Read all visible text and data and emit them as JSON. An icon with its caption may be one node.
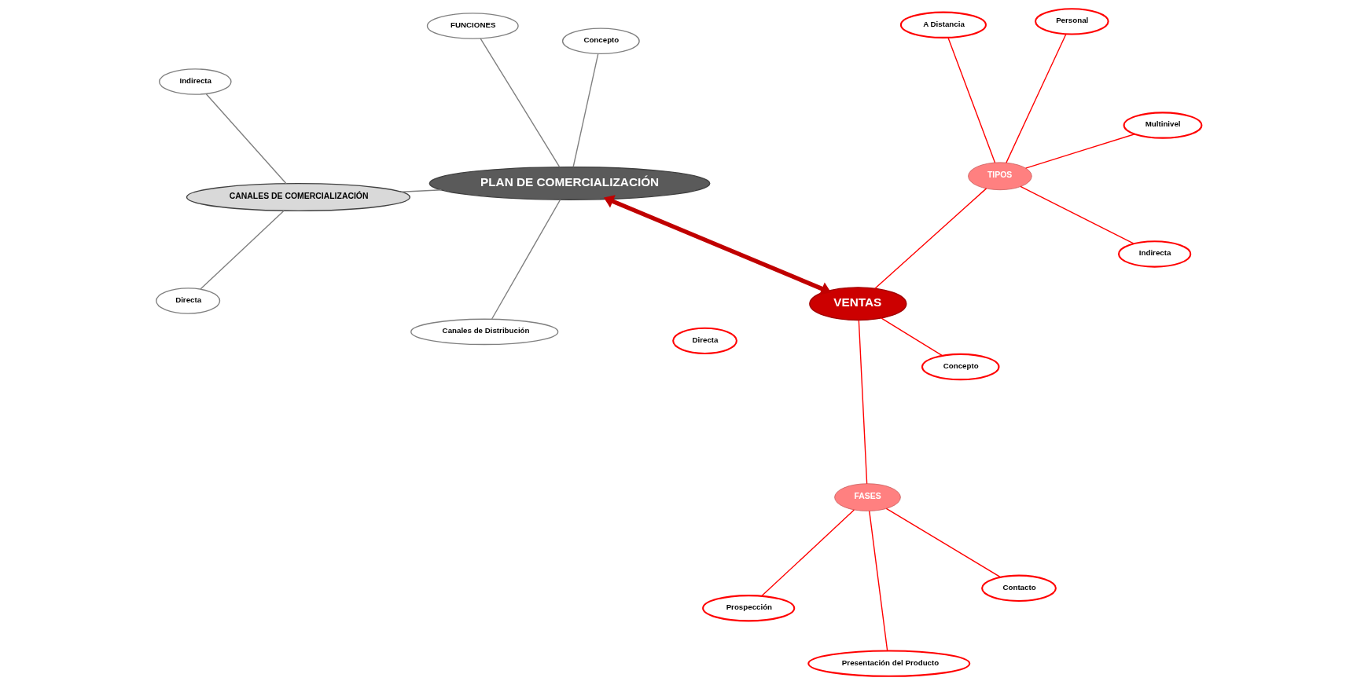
{
  "diagram": {
    "nodes": [
      {
        "text": [
          "PLAN DE COMERCIALIZACIÓN"
        ]
      },
      {
        "text": [
          "Concepto"
        ]
      },
      {
        "text": [
          "Canales de Distribución"
        ]
      },
      {
        "text": [
          "FUNCIONES"
        ]
      },
      {
        "text": [
          "CANALES DE COMERCIALIZACIÓN"
        ]
      },
      {
        "text": [
          "Indirecta"
        ]
      },
      {
        "text": [
          "Directa"
        ]
      },
      {
        "text": [
          "VENTAS"
        ]
      },
      {
        "text": [
          "Prospección"
        ]
      },
      {
        "text": [
          "Contacto"
        ]
      },
      {
        "text": [
          "Presentación del Producto"
        ]
      },
      {
        "text": [
          "FASES"
        ]
      },
      {
        "text": [
          "Concepto"
        ]
      },
      {
        "text": [
          "Directa"
        ]
      },
      {
        "text": [
          "TIPOS"
        ]
      },
      {
        "text": [
          "Personal"
        ]
      },
      {
        "text": [
          "Indirecta"
        ]
      },
      {
        "text": [
          "Multinivel"
        ]
      },
      {
        "text": [
          "A Distancia"
        ]
      }
    ],
    "edges": [
      {
        "from": 1,
        "to": 0,
        "arrow": "none",
        "color": "#808080"
      },
      {
        "from": 2,
        "to": 0,
        "arrow": "none",
        "color": "#808080"
      },
      {
        "from": 3,
        "to": 0,
        "arrow": "none",
        "color": "#808080"
      },
      {
        "from": 0,
        "to": 4,
        "arrow": "none",
        "color": "#808080"
      },
      {
        "from": 5,
        "to": 4,
        "arrow": "none",
        "color": "#808080"
      },
      {
        "from": 6,
        "to": 4,
        "arrow": "none",
        "color": "#808080"
      },
      {
        "from": 0,
        "to": 7,
        "arrow": "both",
        "style": "thick",
        "color": "#c00000"
      },
      {
        "from": 8,
        "to": 11,
        "arrow": "none"
      },
      {
        "from": 9,
        "to": 11,
        "arrow": "none"
      },
      {
        "from": 10,
        "to": 11,
        "arrow": "none"
      },
      {
        "from": 12,
        "to": 7,
        "arrow": "none"
      },
      {
        "from": 11,
        "to": 7,
        "arrow": "none"
      },
      {
        "from": 7,
        "to": 14,
        "arrow": "none"
      },
      {
        "from": 15,
        "to": 14,
        "arrow": "none"
      },
      {
        "from": 17,
        "to": 14,
        "arrow": "none"
      },
      {
        "from": 18,
        "to": 14,
        "arrow": "none"
      },
      {
        "from": 16,
        "to": 14,
        "arrow": "none"
      }
    ]
  }
}
